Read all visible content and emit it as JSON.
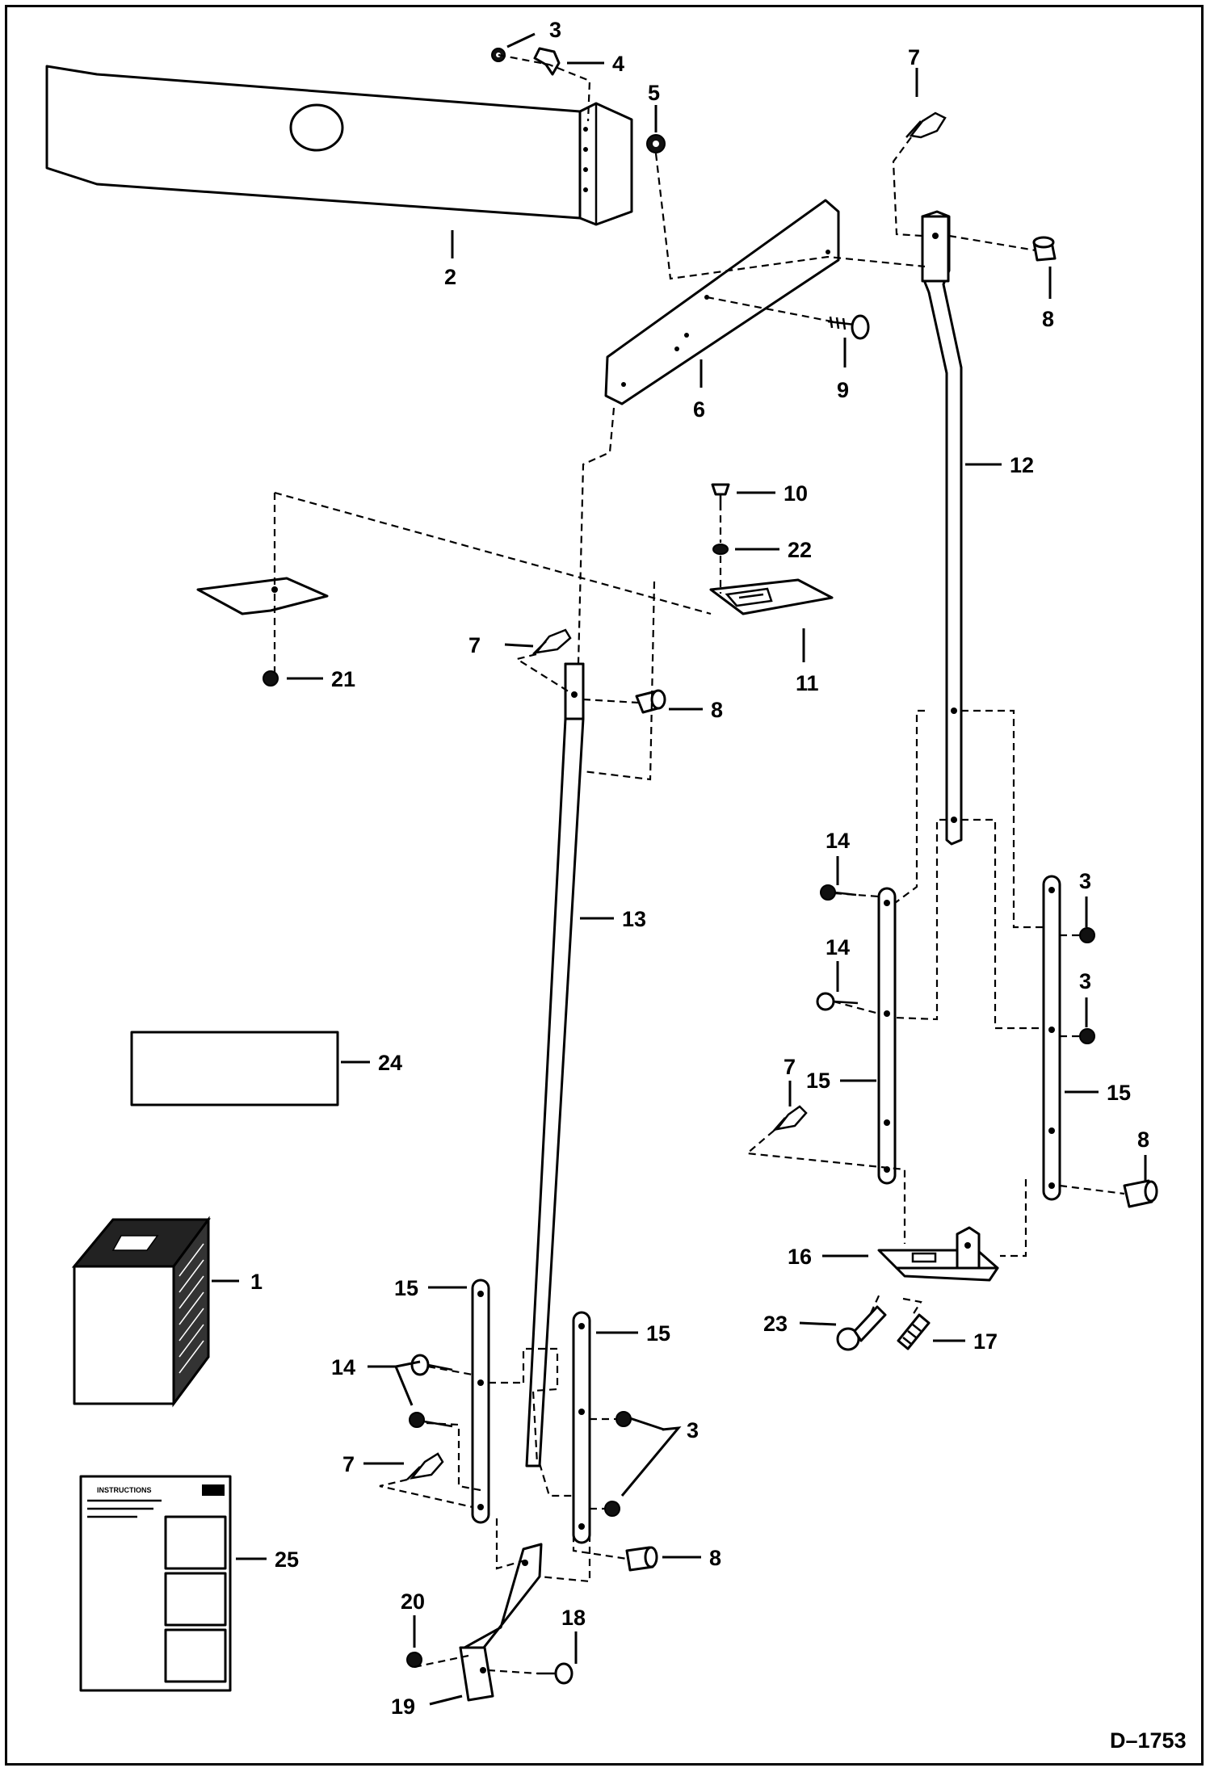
{
  "drawing_number": "D–1753",
  "callouts": {
    "c1": "1",
    "c2": "2",
    "c3a": "3",
    "c3b": "3",
    "c3c": "3",
    "c3d": "3",
    "c4": "4",
    "c5": "5",
    "c6": "6",
    "c7a": "7",
    "c7b": "7",
    "c7c": "7",
    "c7d": "7",
    "c8a": "8",
    "c8b": "8",
    "c8c": "8",
    "c8d": "8",
    "c9": "9",
    "c10": "10",
    "c11": "11",
    "c12": "12",
    "c13": "13",
    "c14a": "14",
    "c14b": "14",
    "c14c": "14",
    "c15a": "15",
    "c15b": "15",
    "c15c": "15",
    "c15d": "15",
    "c16": "16",
    "c17": "17",
    "c18": "18",
    "c19": "19",
    "c20": "20",
    "c21": "21",
    "c22": "22",
    "c23": "23",
    "c24": "24",
    "c25": "25"
  },
  "instruction_sheet": {
    "heading": "INSTRUCTIONS"
  }
}
